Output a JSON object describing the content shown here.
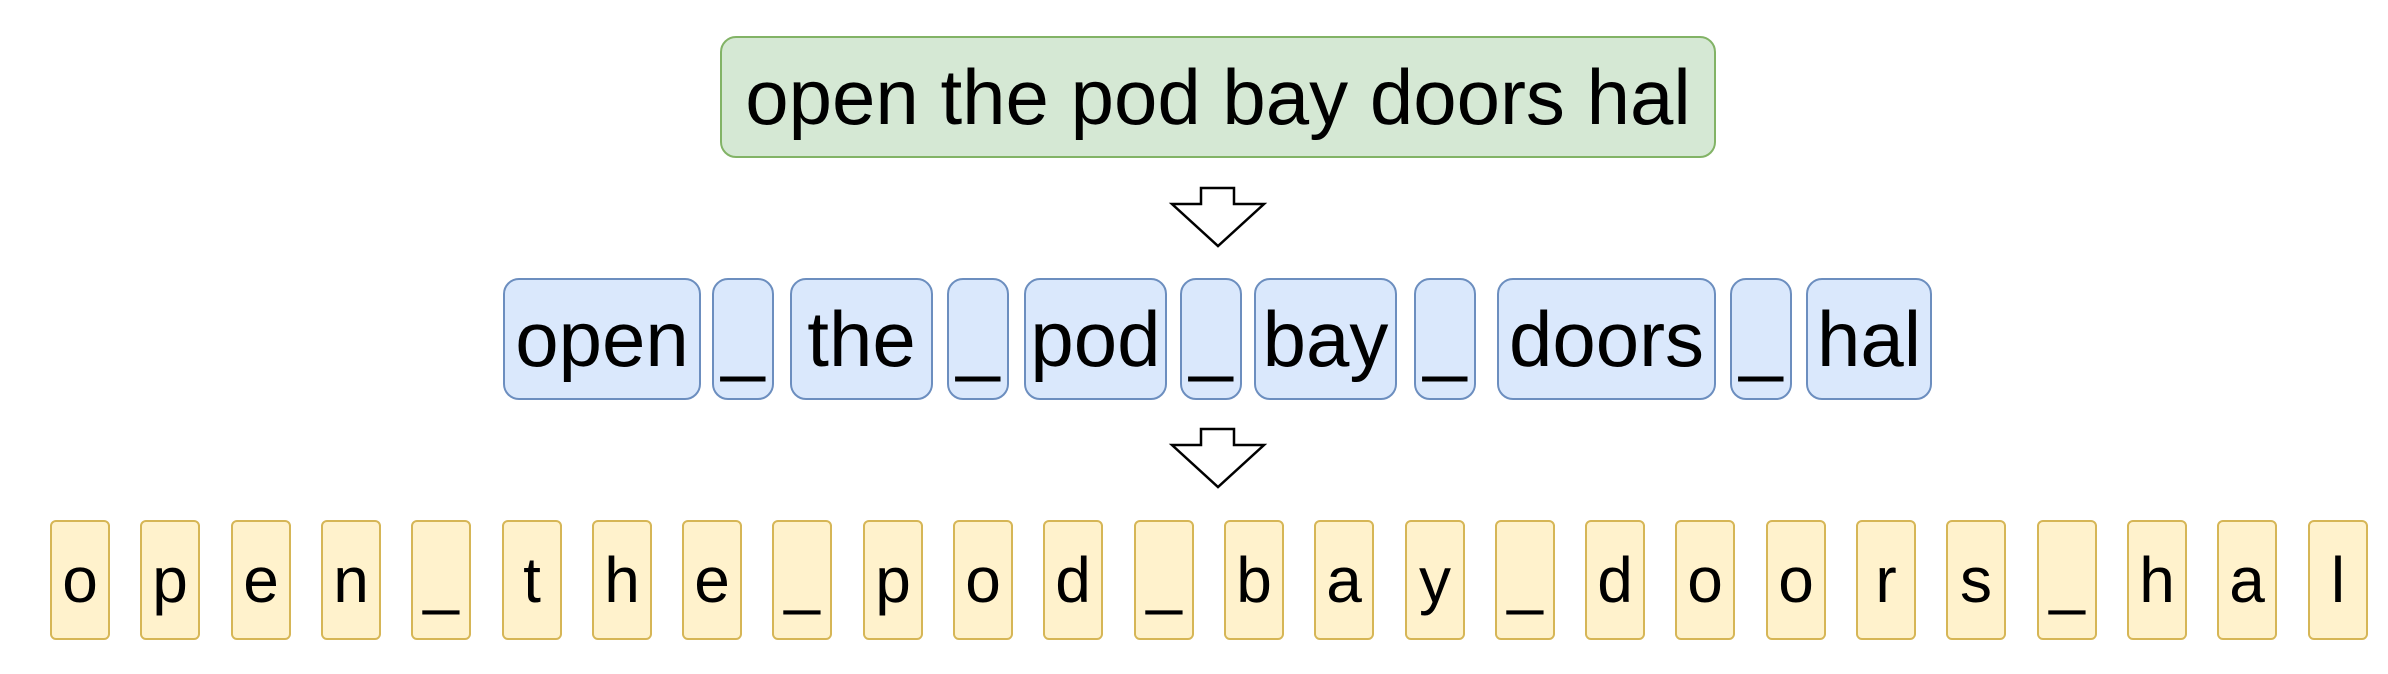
{
  "sentence": {
    "text": "open the pod bay doors hal"
  },
  "word_tokens": [
    "open",
    "_",
    "the",
    "_",
    "pod",
    "_",
    "bay",
    "_",
    "doors",
    "_",
    "hal"
  ],
  "char_tokens": [
    "o",
    "p",
    "e",
    "n",
    "_",
    "t",
    "h",
    "e",
    "_",
    "p",
    "o",
    "d",
    "_",
    "b",
    "a",
    "y",
    "_",
    "d",
    "o",
    "o",
    "r",
    "s",
    "_",
    "h",
    "a",
    "l"
  ],
  "colors": {
    "sentence_fill": "#d5e8d4",
    "sentence_stroke": "#82b366",
    "word_fill": "#dae8fc",
    "word_stroke": "#6c8ebf",
    "char_fill": "#fff2cc",
    "char_stroke": "#d6b656"
  },
  "icons": [
    "down-arrow-icon",
    "down-arrow-icon"
  ]
}
